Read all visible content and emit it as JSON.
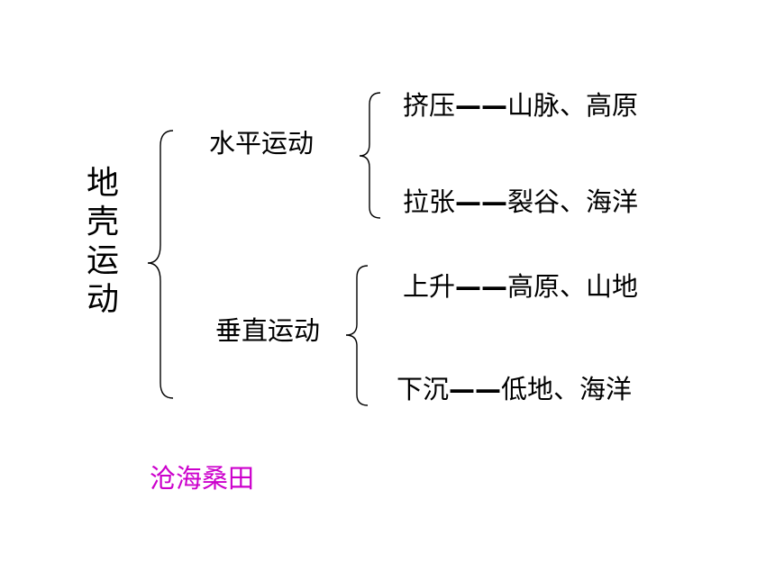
{
  "root": {
    "label": "地壳运动"
  },
  "branches": [
    {
      "label": "水平运动",
      "leaves": [
        {
          "action": "挤压",
          "dash": "——",
          "result": "山脉、高原"
        },
        {
          "action": "拉张",
          "dash": "——",
          "result": "裂谷、海洋"
        }
      ]
    },
    {
      "label": "垂直运动",
      "leaves": [
        {
          "action": "上升",
          "dash": "——",
          "result": "高原、山地"
        },
        {
          "action": "下沉",
          "dash": "——",
          "result": "低地、海洋"
        }
      ]
    }
  ],
  "footer": {
    "text": "沧海桑田"
  },
  "colors": {
    "text": "#000000",
    "footer": "#cc00cc",
    "brace": "#000000",
    "background": "#ffffff"
  }
}
